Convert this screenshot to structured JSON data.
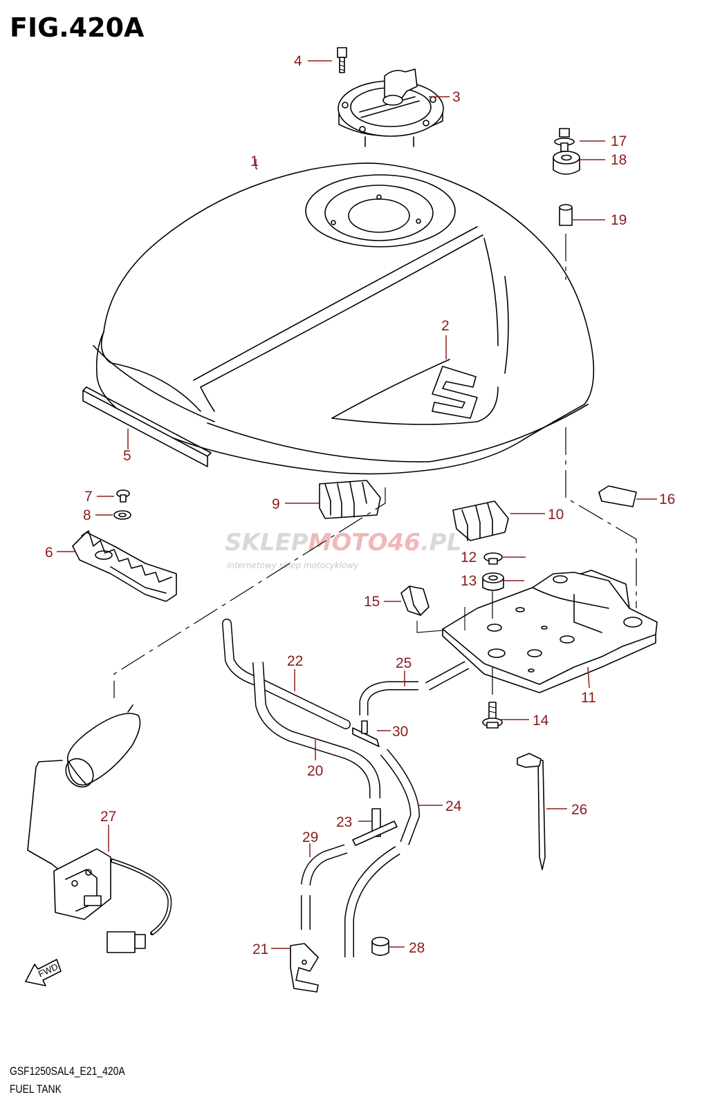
{
  "figure": {
    "title": "FIG.420A",
    "code": "GSF1250SAL4_E21_420A",
    "name": "FUEL TANK"
  },
  "watermark": {
    "brand_a": "SKLEP",
    "brand_b": "MOTO",
    "brand_c": "46",
    "brand_d": ".PL",
    "tagline": "internetowy sklep motocyklowy"
  },
  "fwd_label": "FWD",
  "callouts": [
    "1",
    "2",
    "3",
    "4",
    "5",
    "6",
    "7",
    "8",
    "9",
    "10",
    "11",
    "12",
    "13",
    "14",
    "15",
    "16",
    "17",
    "18",
    "19",
    "20",
    "21",
    "22",
    "23",
    "24",
    "25",
    "26",
    "27",
    "28",
    "29",
    "30"
  ],
  "colors": {
    "callout": "#8b1a1a",
    "line": "#000000",
    "watermark": "#d9d9d9"
  }
}
